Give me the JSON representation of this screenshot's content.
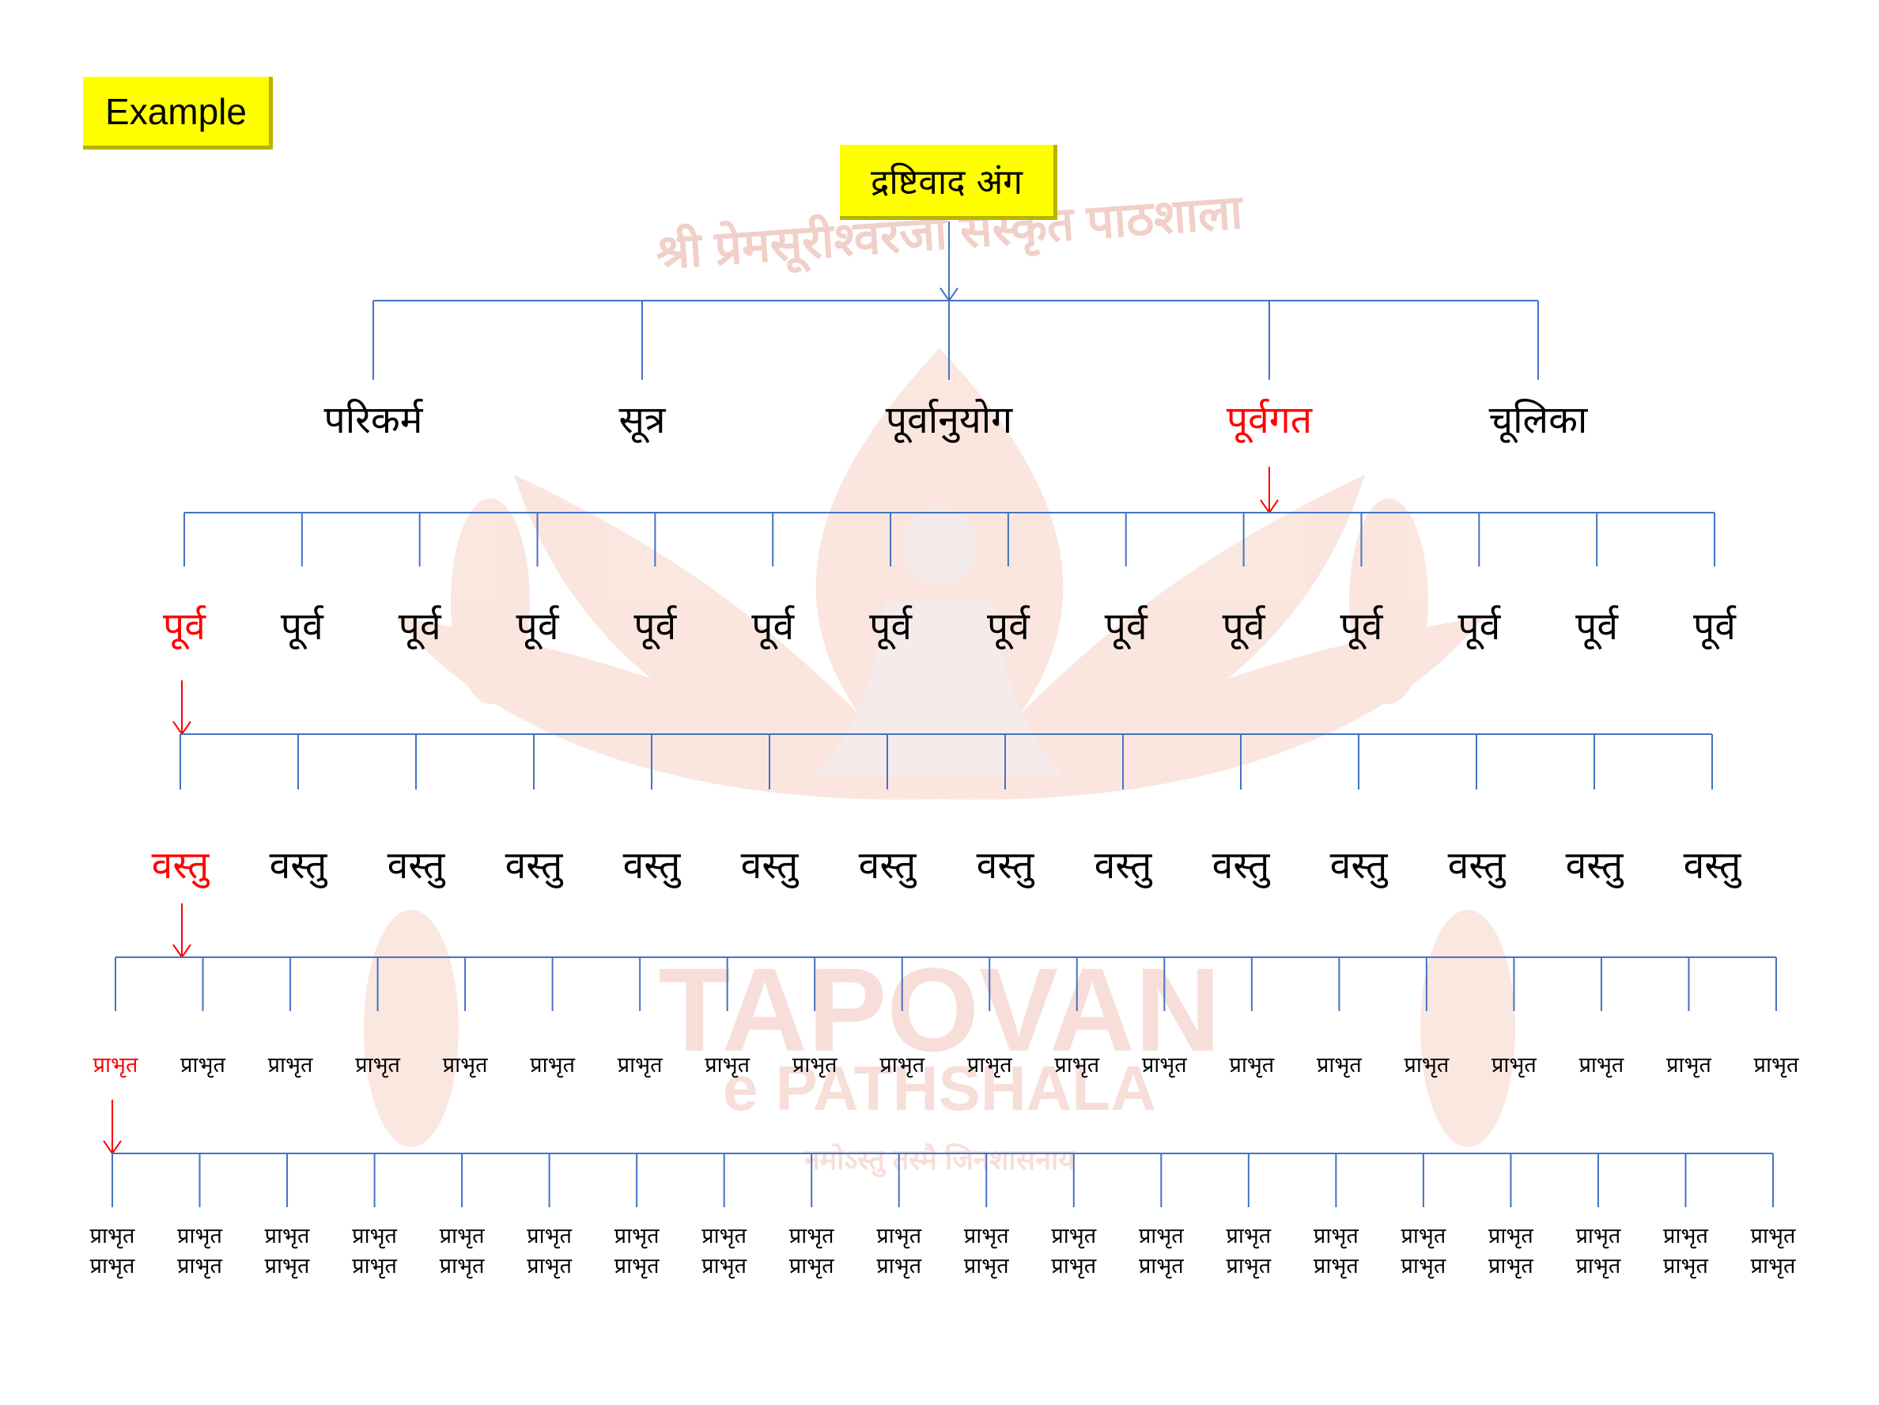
{
  "example_label": "Example",
  "root": "द्रष्टिवाद अंग",
  "level1": [
    "परिकर्म",
    "सूत्र",
    "पूर्वानुयोग",
    "पूर्वगत",
    "चूलिका"
  ],
  "level1_highlight": 3,
  "level2": {
    "label": "पूर्व",
    "count": 14,
    "highlight": 0
  },
  "level3": {
    "label": "वस्तु",
    "count": 14,
    "highlight": 0
  },
  "level4": {
    "label": "प्राभृत",
    "count": 20,
    "highlight": 0
  },
  "level5": {
    "label": "प्राभृत",
    "count": 20
  },
  "watermark": {
    "arc_text": "श्री प्रेमसूरीश्वरजी संस्कृत पाठशाला",
    "title": "TAPOVAN",
    "subtitle": "e PATHSHALA",
    "tagline": "नमोऽस्तु तस्मै जिनशासनाय"
  },
  "colors": {
    "line": "#4472c4",
    "highlight": "#ff0000",
    "box": "#ffff00"
  }
}
